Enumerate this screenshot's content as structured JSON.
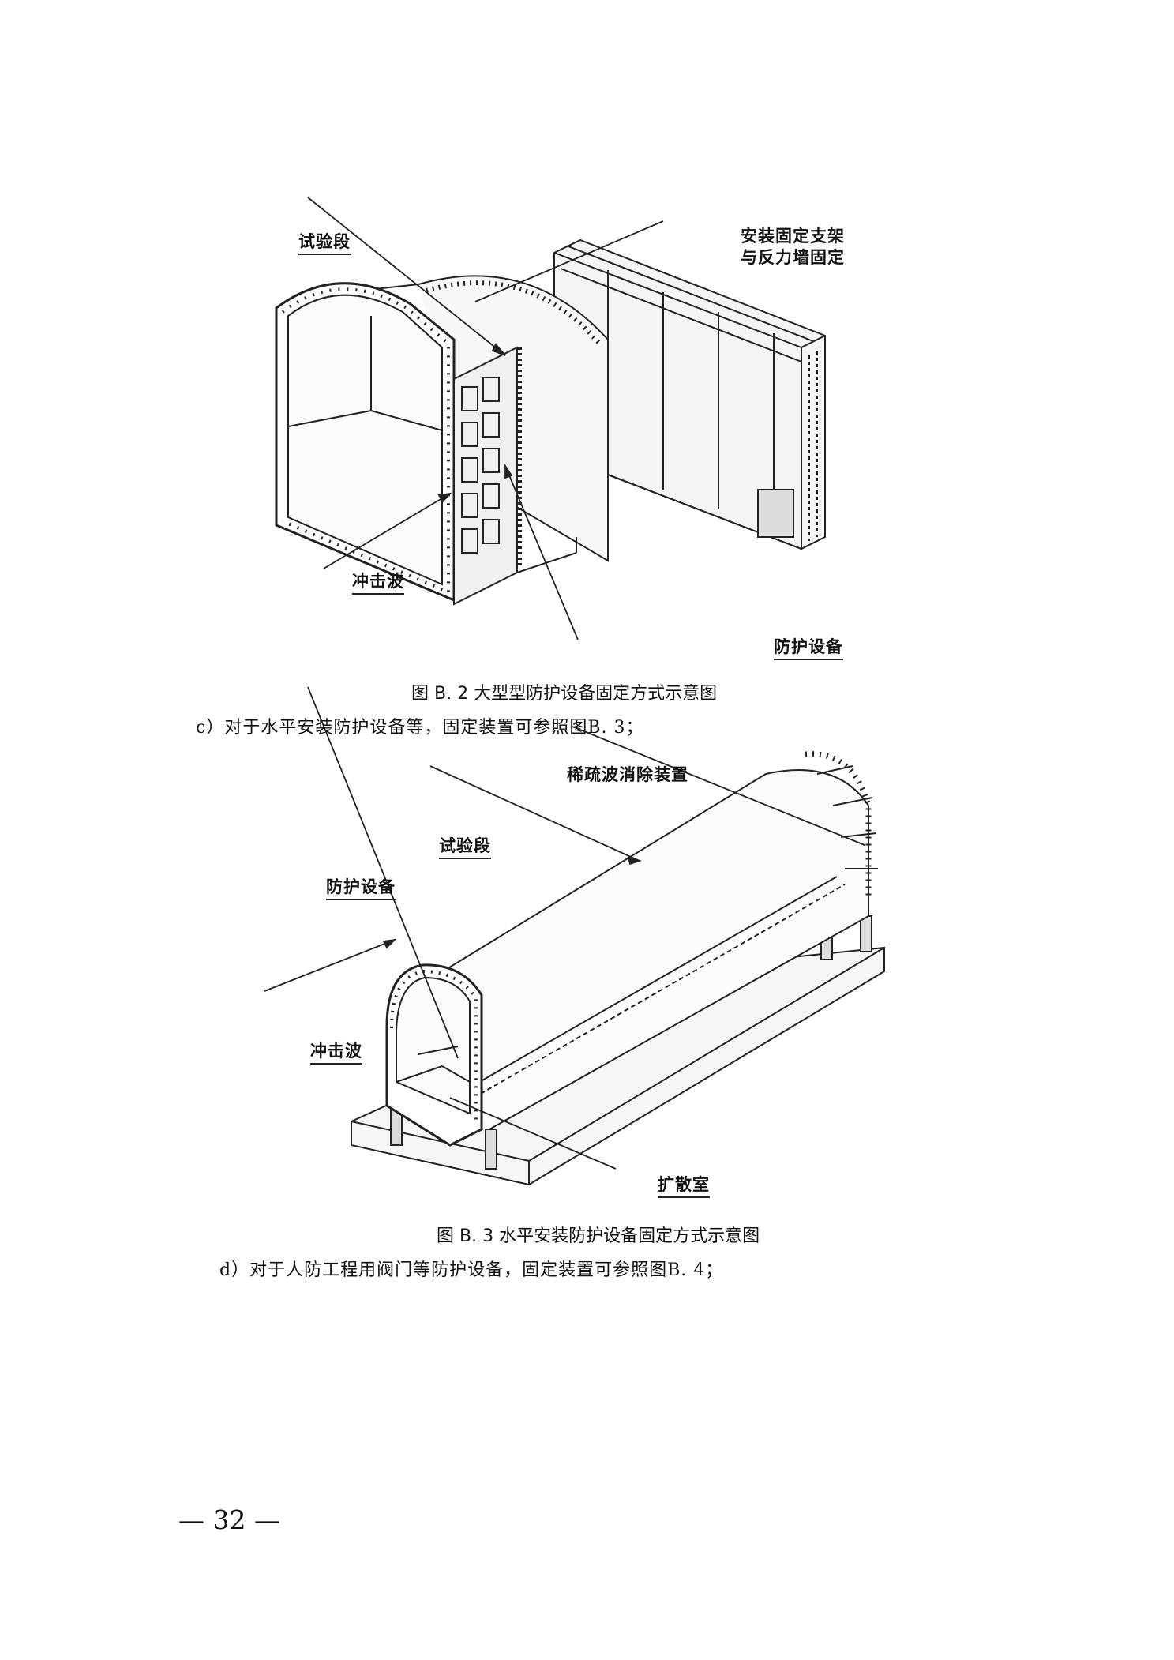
{
  "figure_b2": {
    "labels": {
      "test_section": "试验段",
      "mount_bracket_line1": "安装固定支架",
      "mount_bracket_line2": "与反力墙固定",
      "shock_wave": "冲击波",
      "protective_equipment": "防护设备"
    },
    "caption": "图 B. 2  大型型防护设备固定方式示意图"
  },
  "paragraph_c": "c）对于水平安装防护设备等，固定装置可参照图B. 3；",
  "figure_b3": {
    "labels": {
      "rarefaction_device": "稀疏波消除装置",
      "test_section": "试验段",
      "protective_equipment": "防护设备",
      "shock_wave": "冲击波",
      "expansion_chamber": "扩散室"
    },
    "caption": "图 B. 3  水平安装防护设备固定方式示意图"
  },
  "paragraph_d": "d）对于人防工程用阀门等防护设备，固定装置可参照图B. 4；",
  "page_number": "— 32 —"
}
